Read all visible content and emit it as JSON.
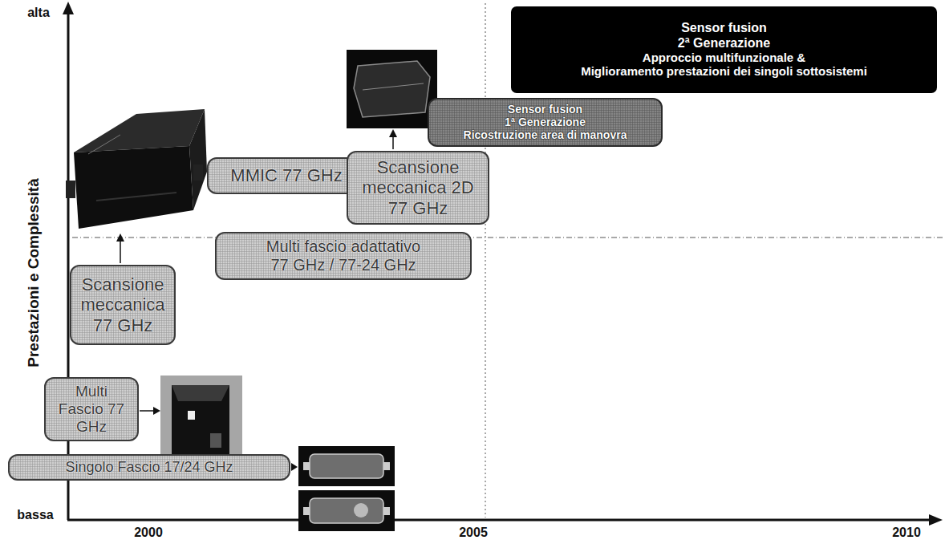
{
  "diagram": {
    "nodes": [
      {
        "text": [
          "Sensor fusion",
          "2ª Generazione",
          "Approccio multifunzionale &",
          "Miglioramento prestazioni dei singoli sottosistemi"
        ]
      },
      {
        "text": [
          "Sensor fusion",
          "1ª Generazione",
          "Ricostruzione area di manovra"
        ]
      },
      {
        "text": [
          "MMIC 77 GHz"
        ]
      },
      {
        "text": [
          "Scansione meccanica 2D 77 GHz"
        ]
      },
      {
        "text": [
          "Multi fascio adattativo 77 GHz / 77-24 GHz"
        ]
      },
      {
        "text": [
          "Scansione meccanica 77 GHz"
        ]
      },
      {
        "text": [
          "Multi Fascio 77 GHz"
        ]
      },
      {
        "text": [
          "Singolo Fascio 17/24 GHz"
        ]
      }
    ],
    "labels": [
      "alta",
      "bassa",
      "Prestazioni e Complessità",
      "2000",
      "2005",
      "2010"
    ]
  }
}
